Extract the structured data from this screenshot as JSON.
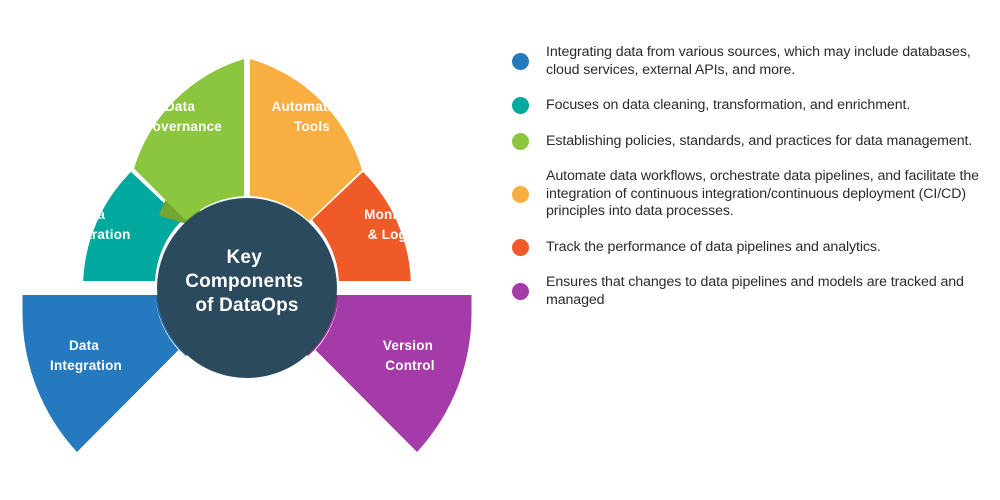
{
  "diagram": {
    "center": {
      "lines": [
        "Key",
        "Components",
        "of DataOps"
      ],
      "color": "#2C4A5E"
    },
    "segments": [
      {
        "id": "data-preparation",
        "lines": [
          "Data",
          "Preparation"
        ],
        "color": "#00A99D",
        "shadow": "#0A8C86",
        "shape": "arc"
      },
      {
        "id": "data-governance",
        "lines": [
          "Data",
          "Governance"
        ],
        "color": "#8CC63F",
        "shadow": "#74A731",
        "shape": "arc"
      },
      {
        "id": "automation-tools",
        "lines": [
          "Automation",
          "Tools"
        ],
        "color": "#F9AE41",
        "shadow": "#C98B33",
        "shape": "arc"
      },
      {
        "id": "monitoring-logging",
        "lines": [
          "Monitoring",
          "& Logging"
        ],
        "color": "#F05A28",
        "shadow": "#C4481F",
        "shape": "arc"
      },
      {
        "id": "data-integration",
        "lines": [
          "Data",
          "Integration"
        ],
        "color": "#2579BE",
        "shadow": "#1E639C",
        "shape": "pointer"
      },
      {
        "id": "version-control",
        "lines": [
          "Version",
          "Control"
        ],
        "color": "#A43BA8",
        "shadow": "#873189",
        "shape": "pointer"
      }
    ]
  },
  "legend": {
    "items": [
      {
        "id": "data-integration",
        "color": "#2579BE",
        "text": "Integrating data from various sources, which may include databases, cloud services, external APIs, and more."
      },
      {
        "id": "data-preparation",
        "color": "#00A99D",
        "text": "Focuses on data cleaning, transformation, and enrichment."
      },
      {
        "id": "data-governance",
        "color": "#8CC63F",
        "text": "Establishing policies, standards, and practices for data management."
      },
      {
        "id": "automation-tools",
        "color": "#F9AE41",
        "text": "Automate data workflows, orchestrate data pipelines, and facilitate the integration of continuous integration/continuous deployment (CI/CD) principles into data processes."
      },
      {
        "id": "monitoring-logging",
        "color": "#F05A28",
        "text": "Track the performance of data pipelines and analytics."
      },
      {
        "id": "version-control",
        "color": "#A43BA8",
        "text": "Ensures that changes to data pipelines and models are tracked and managed"
      }
    ]
  }
}
